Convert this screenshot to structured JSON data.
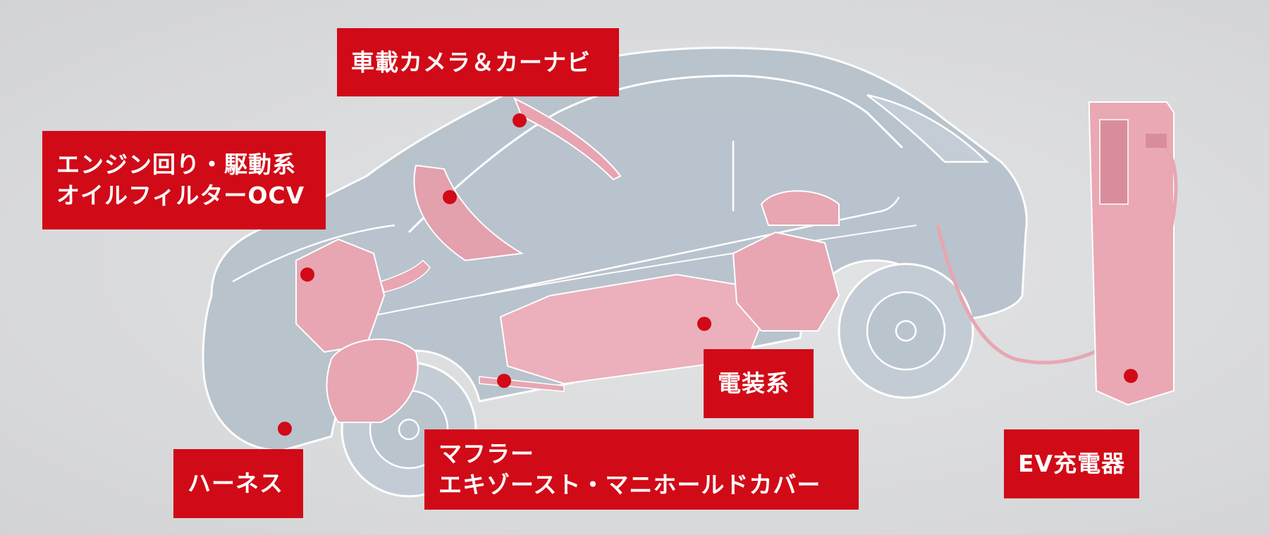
{
  "labels": {
    "camera_nav": "車載カメラ＆カーナビ",
    "engine_line1": "エンジン回り・駆動系",
    "engine_line2": "オイルフィルターOCV",
    "electrical": "電装系",
    "harness": "ハーネス",
    "muffler_line1": "マフラー",
    "muffler_line2": "エキゾースト・マニホールドカバー",
    "ev_charger": "EV充電器"
  },
  "colors": {
    "accent_red": "#d10a17",
    "car_body": "#b9c3cc",
    "component_pink": "#e8a4b0",
    "outline": "#ffffff",
    "background": "#dcdddf"
  }
}
